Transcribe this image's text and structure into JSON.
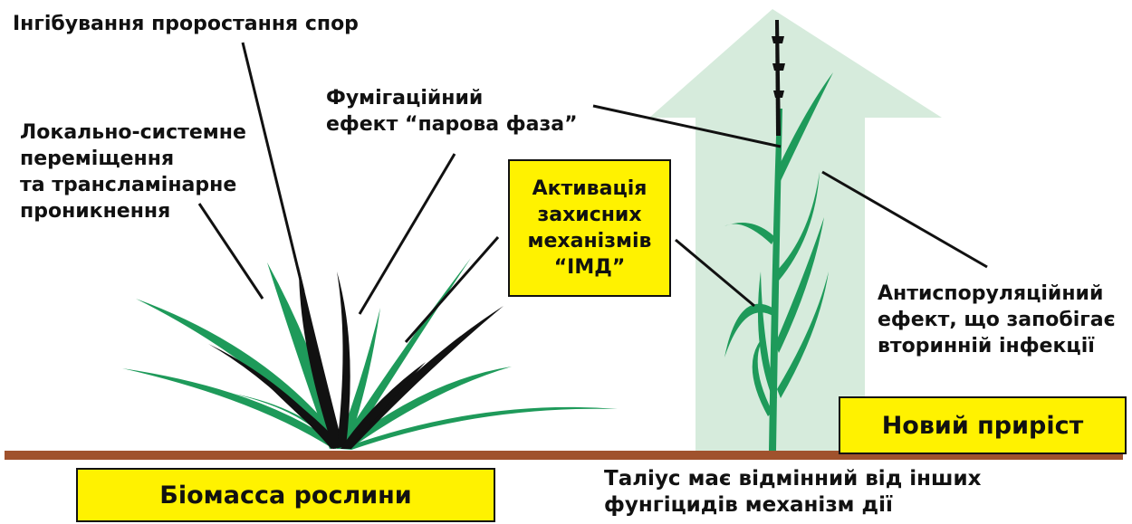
{
  "labels": {
    "spore_inhibition": "Інгібування проростання спор",
    "fumigation": [
      "Фумігаційний",
      "ефект “парова фаза”"
    ],
    "systemic": [
      "Локально-системне",
      "переміщення",
      "та трансламінарне",
      "проникнення"
    ],
    "activation": [
      "Активація",
      "захисних",
      "механізмів",
      "“ІМД”"
    ],
    "antisporulation": [
      "Антиспоруляційний",
      "ефект, що запобігає",
      "вторинній інфекції"
    ],
    "new_growth": "Новий приріст",
    "biomass": "Біомасса рослини",
    "talius": [
      "Таліус має відмінний від інших",
      "фунгіцидів механізм дії"
    ]
  },
  "colors": {
    "leaf_green": "#1e9a5a",
    "leaf_black": "#111111",
    "ground": "#a0522d",
    "arrow": "#d6ebdc",
    "box_fill": "#fff200"
  }
}
